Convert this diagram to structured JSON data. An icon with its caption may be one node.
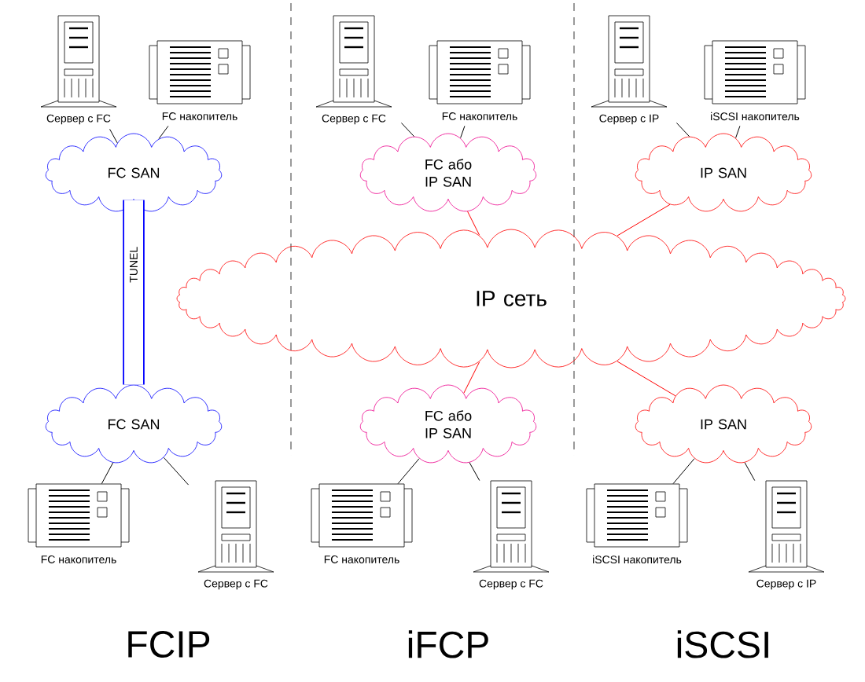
{
  "diagram": {
    "nodes": [
      {
        "text": [],
        "shape": "picture",
        "beside": [
          "Сервер с FC"
        ]
      },
      {
        "text": [],
        "shape": "picture",
        "beside": [
          "FC накопитель"
        ]
      },
      {
        "text": [
          "FC SAN"
        ]
      },
      {
        "text": [],
        "shape": "picture",
        "beside": [
          "Сервер с FC"
        ]
      },
      {
        "text": [],
        "shape": "picture",
        "beside": [
          "FC накопитель"
        ]
      },
      {
        "text": [
          "FC або IP SAN"
        ]
      },
      {
        "text": [],
        "shape": "picture",
        "beside": [
          "Сервер с IP"
        ]
      },
      {
        "text": [],
        "shape": "picture",
        "beside": [
          "iSCSI накопитель"
        ]
      },
      {
        "text": [
          "IP SAN"
        ]
      },
      {
        "text": [
          "IP сеть"
        ]
      },
      {
        "text": [
          "FC SAN"
        ]
      },
      {
        "text": [
          "FC або IP SAN"
        ]
      },
      {
        "text": [
          "IP SAN"
        ]
      },
      {
        "text": [],
        "shape": "picture",
        "beside": [
          "FC накопитель"
        ]
      },
      {
        "text": [],
        "shape": "picture",
        "beside": [
          "Сервер с FC"
        ]
      },
      {
        "text": [],
        "shape": "picture",
        "beside": [
          "FC накопитель"
        ]
      },
      {
        "text": [],
        "shape": "picture",
        "beside": [
          "Сервер с FC"
        ]
      },
      {
        "text": [],
        "shape": "picture",
        "beside": [
          "iSCSI накопитель"
        ]
      },
      {
        "text": [],
        "shape": "picture",
        "beside": [
          "Сервер с IP"
        ]
      }
    ],
    "edges": [
      {
        "from": 0,
        "to": 2,
        "arrow": "none"
      },
      {
        "from": 1,
        "to": 2,
        "arrow": "none"
      },
      {
        "from": 3,
        "to": 5,
        "arrow": "none"
      },
      {
        "from": 4,
        "to": 5,
        "arrow": "none"
      },
      {
        "from": 6,
        "to": 8,
        "arrow": "none"
      },
      {
        "from": 7,
        "to": 8,
        "arrow": "none"
      },
      {
        "from": 2,
        "to": 10,
        "arrow": "none",
        "label": "TUNEL",
        "style": "thick",
        "color": "#0000ff"
      },
      {
        "from": 5,
        "to": 9,
        "arrow": "none",
        "color": "#ff0000"
      },
      {
        "from": 8,
        "to": 9,
        "arrow": "none",
        "color": "#ff0000"
      },
      {
        "from": 9,
        "to": 11,
        "arrow": "none",
        "color": "#ff0000"
      },
      {
        "from": 9,
        "to": 12,
        "arrow": "none",
        "color": "#ff0000"
      },
      {
        "from": 10,
        "to": 13,
        "arrow": "none"
      },
      {
        "from": 10,
        "to": 14,
        "arrow": "none"
      },
      {
        "from": 11,
        "to": 15,
        "arrow": "none"
      },
      {
        "from": 11,
        "to": 16,
        "arrow": "none"
      },
      {
        "from": 12,
        "to": 17,
        "arrow": "none"
      },
      {
        "from": 12,
        "to": 18,
        "arrow": "none"
      }
    ],
    "labels": [
      "FCIP",
      "iFCP",
      "iSCSI"
    ]
  }
}
